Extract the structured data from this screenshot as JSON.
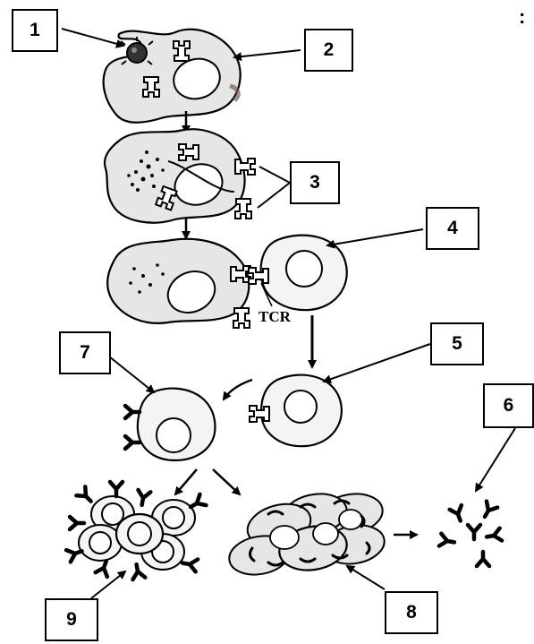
{
  "labels": {
    "l1": "1",
    "l2": "2",
    "l3": "3",
    "l4": "4",
    "l5": "5",
    "l6": "6",
    "l7": "7",
    "l8": "8",
    "l9": "9"
  },
  "tcr_label": "TCR",
  "corner_mark": ":",
  "colors": {
    "stroke": "#000000",
    "cell_fill": "#e6e6e6",
    "light_fill": "#f4f4f4",
    "accent_stain": "#7a5a55"
  }
}
